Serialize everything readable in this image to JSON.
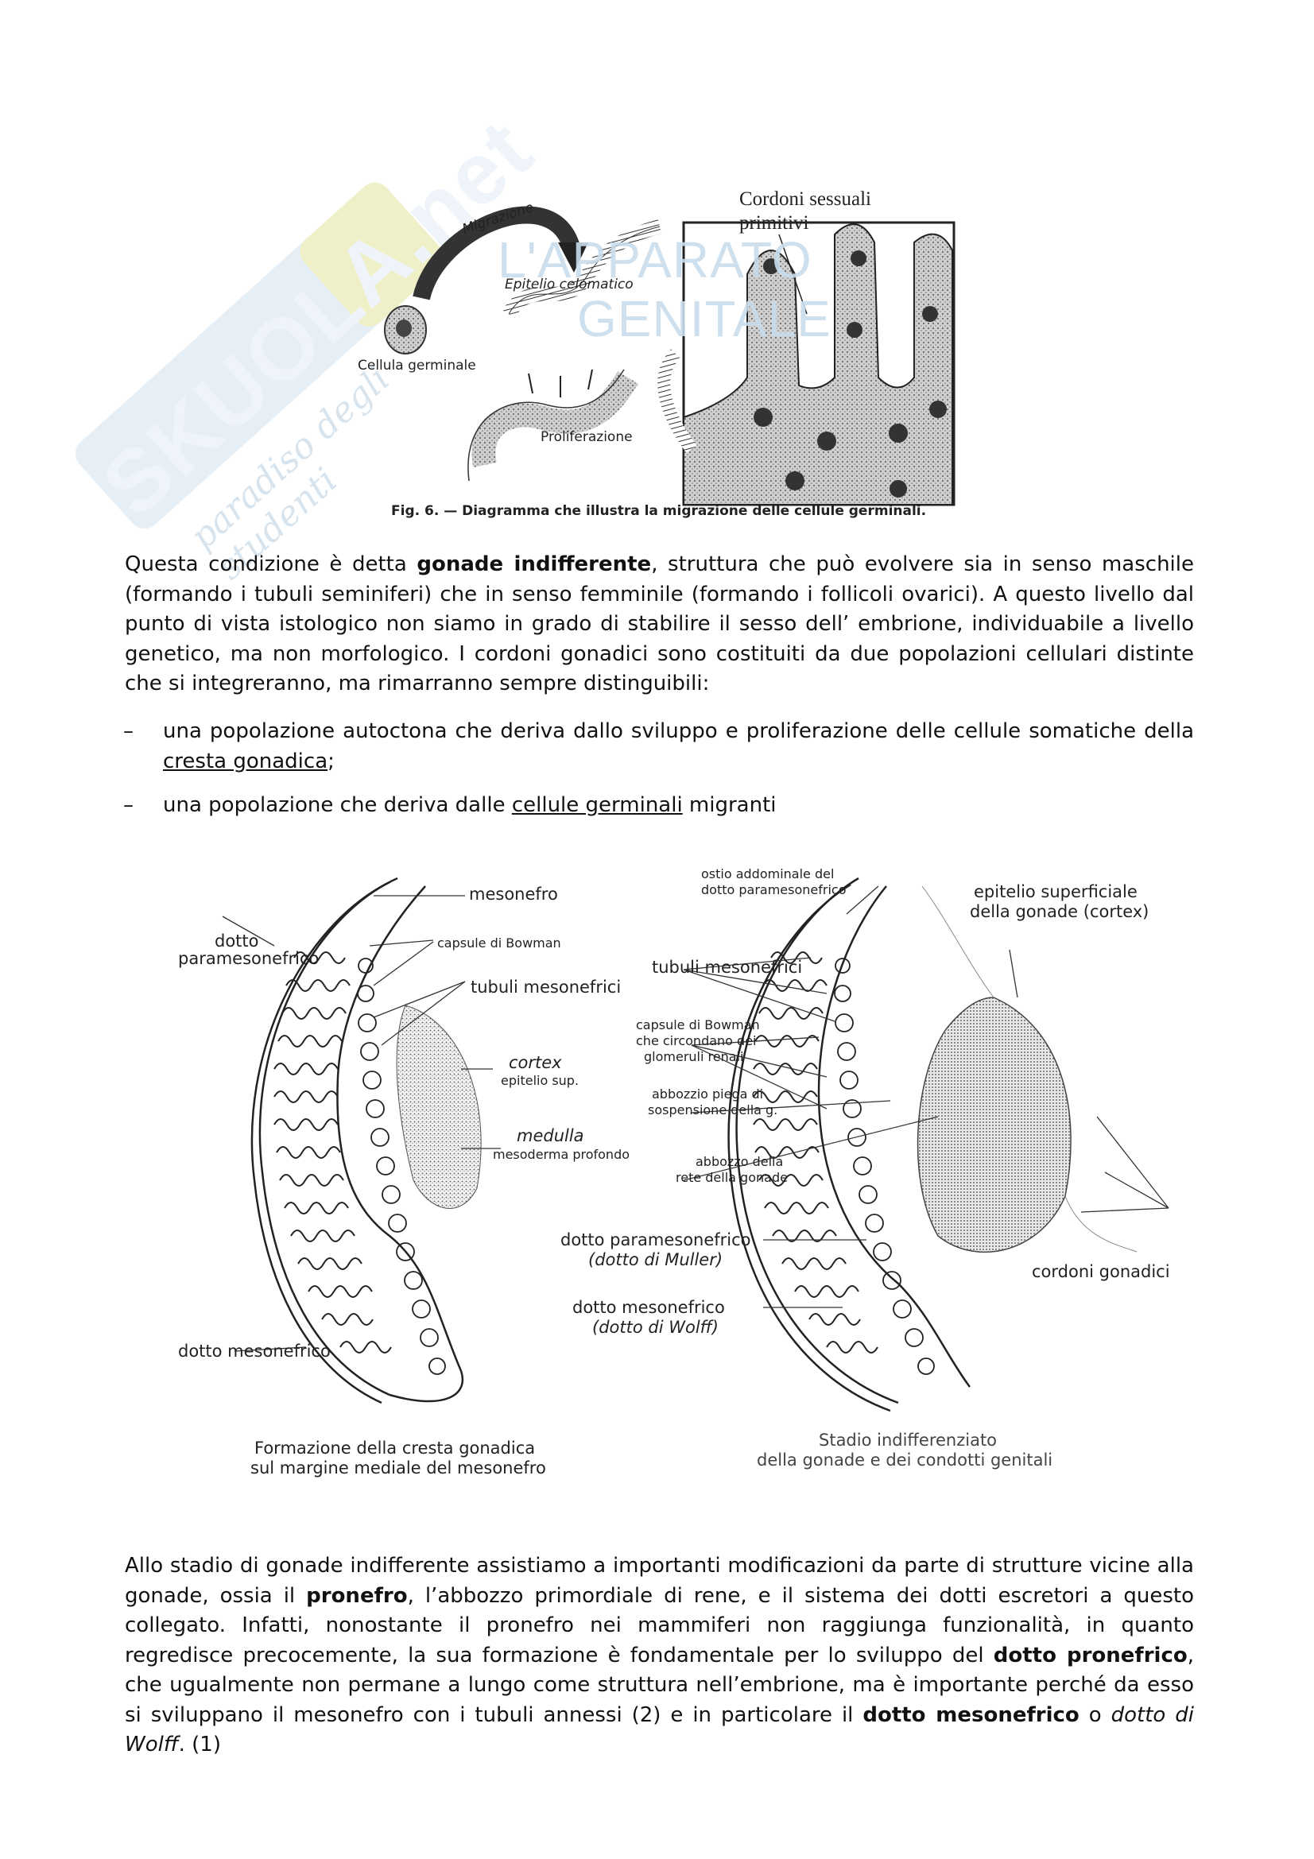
{
  "watermark": {
    "brand": "SKUOLA.net",
    "tagline": "paradiso degli studenti",
    "overlay_line1": "L'APPARATO",
    "overlay_line2": "GENITALE"
  },
  "fig6": {
    "label_migrazione": "Migrazione",
    "label_epitelio": "Epitelio celomatico",
    "label_cellula": "Cellula germinale",
    "label_proliferazione": "Proliferazione",
    "label_cordoni_1": "Cordoni sessuali",
    "label_cordoni_2": "primitivi",
    "caption": "Fig. 6. — Diagramma che illustra la migrazione delle cellule germinali."
  },
  "para1": {
    "t1": "Questa condizione è detta ",
    "b1": "gonade indifferente",
    "t2": ", struttura che può evolvere sia in senso maschile (formando i tubuli seminiferi) che in senso femminile (formando i follicoli ovarici). A questo livello dal punto di vista istologico non siamo in grado di stabilire il sesso dell’ embrione, individuabile a livello genetico, ma non morfologico. I cordoni gonadici sono costituiti da due popolazioni cellulari distinte che si integreranno, ma rimarranno sempre distinguibili:"
  },
  "bullets": {
    "dash": "–",
    "b1_t1": "una popolazione autoctona che deriva dallo sviluppo e proliferazione delle cellule somatiche della ",
    "b1_u": "cresta gonadica",
    "b1_t2": ";",
    "b2_t1": "una popolazione che deriva dalle ",
    "b2_u": "cellule germinali",
    "b2_t2": " migranti"
  },
  "fig_left": {
    "mesonefro": "mesonefro",
    "dotto_1": "dotto",
    "dotto_2": "paramesonefrico",
    "capsule": "capsule di Bowman",
    "tubuli": "tubuli mesonefrici",
    "cortex": "cortex",
    "epitelio": "epitelio sup.",
    "medulla": "medulla",
    "mesoderma": "mesoderma profondo",
    "dotto_meso": "dotto mesonefrico",
    "caption_1": "Formazione della cresta gonadica",
    "caption_2": "sul margine mediale del mesonefro"
  },
  "fig_right": {
    "ostio_1": "ostio addominale del",
    "ostio_2": "dotto paramesonefrico",
    "epitelio_1": "epitelio superficiale",
    "epitelio_2": "della gonade (cortex)",
    "tubuli": "tubuli mesonefrici",
    "capsule_1": "capsule di Bowman",
    "capsule_2": "che circondano dei",
    "capsule_3": "glomeruli renali",
    "piega_1": "abbozzio piega di",
    "piega_2": "sospensione della g.",
    "rete_1": "abbozzo della",
    "rete_2": "rete della gonade",
    "muller_1": "dotto paramesonefrico",
    "muller_2": "(dotto di Muller)",
    "wolff_1": "dotto mesonefrico",
    "wolff_2": "(dotto di Wolff)",
    "cordoni": "cordoni gonadici",
    "caption_1": "Stadio indifferenziato",
    "caption_2": "della gonade e dei condotti genitali"
  },
  "para2": {
    "t1": "Allo stadio di gonade indifferente assistiamo a importanti modificazioni da parte di strutture vicine alla gonade, ossia il ",
    "b1": "pronefro",
    "t2": ", l’abbozzo primordiale di rene, e il sistema dei dotti escretori a questo collegato. Infatti, nonostante il pronefro nei mammiferi non raggiunga funzionalità, in quanto regredisce precocemente, la sua formazione è fondamentale per lo sviluppo del ",
    "b2": "dotto pronefrico",
    "t3": ", che ugualmente non permane a lungo come struttura  nell’embrione, ma è importante perché da esso si sviluppano il mesonefro con i tubuli annessi (2) e in particolare il ",
    "b3": "dotto mesonefrico",
    "t4": " o ",
    "i1": "dotto di Wolff",
    "t5": ". (1)"
  }
}
